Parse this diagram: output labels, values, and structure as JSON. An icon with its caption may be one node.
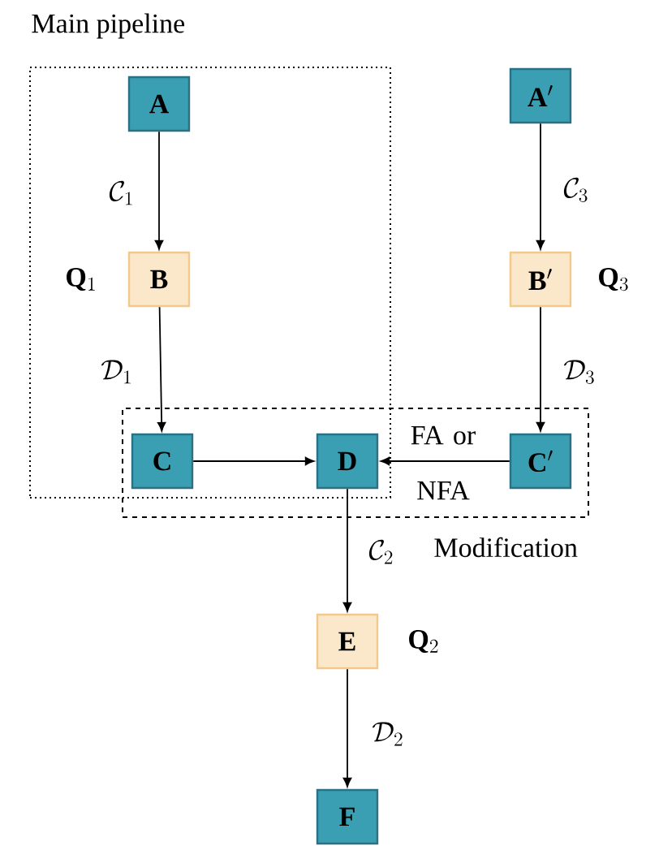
{
  "diagram": {
    "nodes": [
      {
        "text": [
          "Main pipeline"
        ]
      },
      {
        "text": [
          "\\mathbf{A}"
        ],
        "in": 0
      },
      {
        "text": [
          "\\mathbf{B}"
        ],
        "in": 0,
        "beside": [
          "\\mathbf{Q}_1"
        ]
      },
      {
        "text": [
          "\\mathbf{C}"
        ]
      },
      {
        "text": [
          "\\mathbf{D}"
        ]
      },
      {
        "text": [
          "\\mathbf{A'}"
        ]
      },
      {
        "text": [
          "\\mathbf{B'}"
        ],
        "beside": [
          "\\mathbf{Q}_3"
        ]
      },
      {
        "text": [
          "Modification"
        ]
      },
      {
        "text": [
          "\\mathbf{C'}"
        ],
        "in": 7
      },
      {
        "text": [
          "\\mathbf{E}"
        ],
        "beside": [
          "\\mathbf{Q}_2"
        ]
      },
      {
        "text": [
          "\\mathbf{F}"
        ]
      }
    ],
    "edges": [
      {
        "from": 1,
        "to": 2,
        "arrow": "to",
        "label": "\\mathcal{C}_1"
      },
      {
        "from": 2,
        "to": 3,
        "arrow": "to",
        "label": "\\mathcal{D}_1"
      },
      {
        "from": 3,
        "to": 4,
        "arrow": "to"
      },
      {
        "from": 8,
        "to": 4,
        "arrow": "to",
        "label": "FA or NFA"
      },
      {
        "from": 5,
        "to": 6,
        "arrow": "to",
        "label": "\\mathcal{C}_3"
      },
      {
        "from": 6,
        "to": 8,
        "arrow": "to",
        "label": "\\mathcal{D}_3"
      },
      {
        "from": 4,
        "to": 9,
        "arrow": "to",
        "label": "\\mathcal{C}_2"
      },
      {
        "from": 9,
        "to": 10,
        "arrow": "to",
        "label": "\\mathcal{D}_2"
      }
    ]
  }
}
